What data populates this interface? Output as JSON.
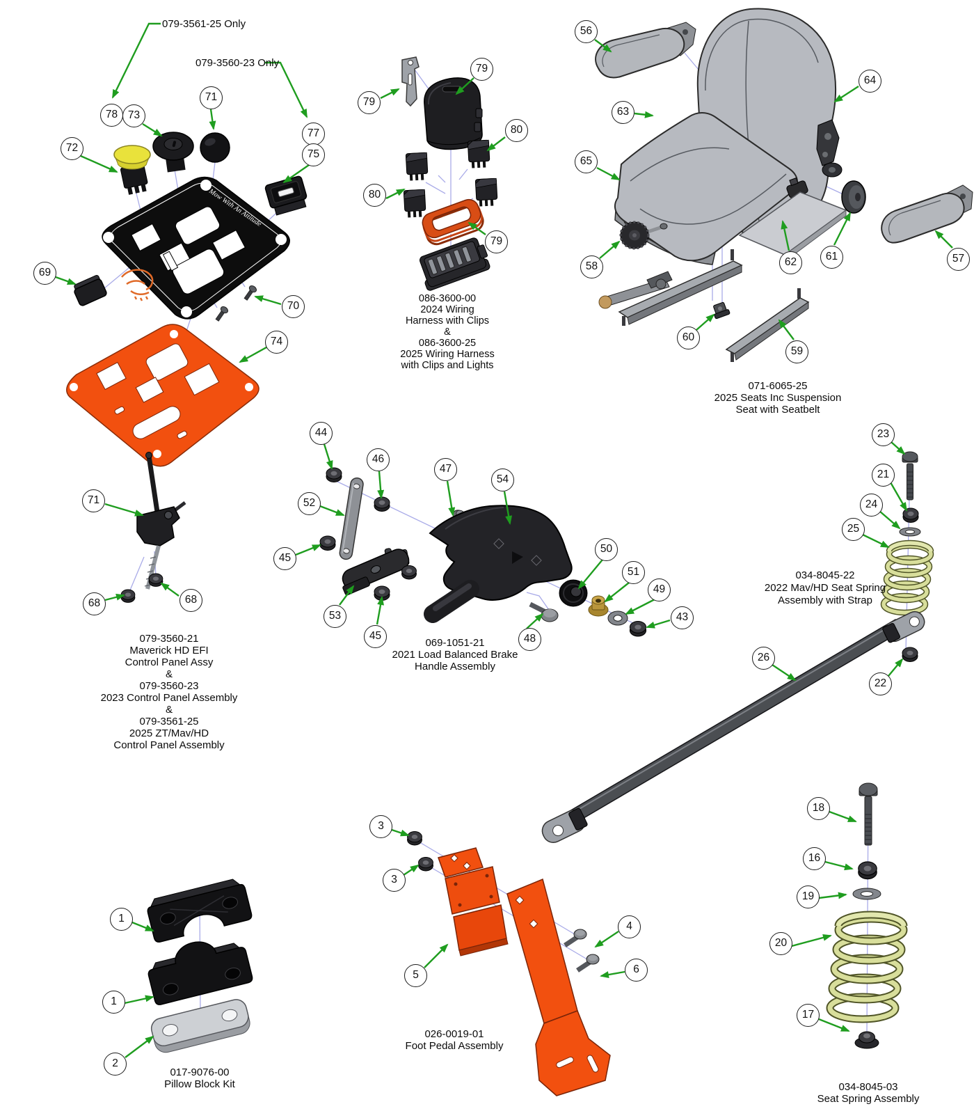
{
  "annotations": {
    "only_3561_25": "079-3561-25 Only",
    "only_3560_23": "079-3560-23 Only"
  },
  "labels": {
    "wiring": [
      "086-3600-00",
      "2024 Wiring",
      "Harness with Clips",
      "&",
      "086-3600-25",
      "2025 Wiring Harness",
      "with Clips and Lights"
    ],
    "seat": [
      "071-6065-25",
      "2025 Seats Inc Suspension",
      "Seat with Seatbelt"
    ],
    "control": [
      "079-3560-21",
      "Maverick HD EFI",
      "Control Panel Assy",
      "&",
      "079-3560-23",
      "2023 Control Panel Assembly",
      "&",
      "079-3561-25",
      "2025 ZT/Mav/HD",
      "Control Panel Assembly"
    ],
    "brake": [
      "069-1051-21",
      "2021 Load Balanced Brake",
      "Handle Assembly"
    ],
    "springstrap": [
      "034-8045-22",
      "2022 Mav/HD Seat Spring",
      "Assembly with Strap"
    ],
    "pillow": [
      "017-9076-00",
      "Pillow Block Kit"
    ],
    "pedal": [
      "026-0019-01",
      "Foot Pedal Assembly"
    ],
    "spring": [
      "034-8045-03",
      "Seat Spring Assembly"
    ]
  },
  "panel": {
    "slogan": "Mow With An Attitude"
  },
  "callouts": [
    "78",
    "73",
    "71",
    "72",
    "77",
    "75",
    "69",
    "70",
    "74",
    "71",
    "68",
    "68",
    "79",
    "79",
    "80",
    "80",
    "79",
    "56",
    "64",
    "63",
    "65",
    "58",
    "62",
    "61",
    "57",
    "60",
    "59",
    "44",
    "46",
    "47",
    "54",
    "52",
    "45",
    "53",
    "45",
    "48",
    "50",
    "51",
    "49",
    "43",
    "23",
    "21",
    "24",
    "25",
    "26",
    "22",
    "1",
    "1",
    "2",
    "3",
    "3",
    "4",
    "5",
    "6",
    "18",
    "16",
    "19",
    "20",
    "17"
  ],
  "colors": {
    "arrow_green": "#1f9d1f",
    "leader_purple": "#a9abe8",
    "accent_orange": "#f2500f",
    "spring_yellow_green": "#d8de9b",
    "button_yellow": "#e9e23b",
    "brass": "#a8862e",
    "part_black": "#1c1c1e",
    "part_gray": "#b7bac0"
  }
}
